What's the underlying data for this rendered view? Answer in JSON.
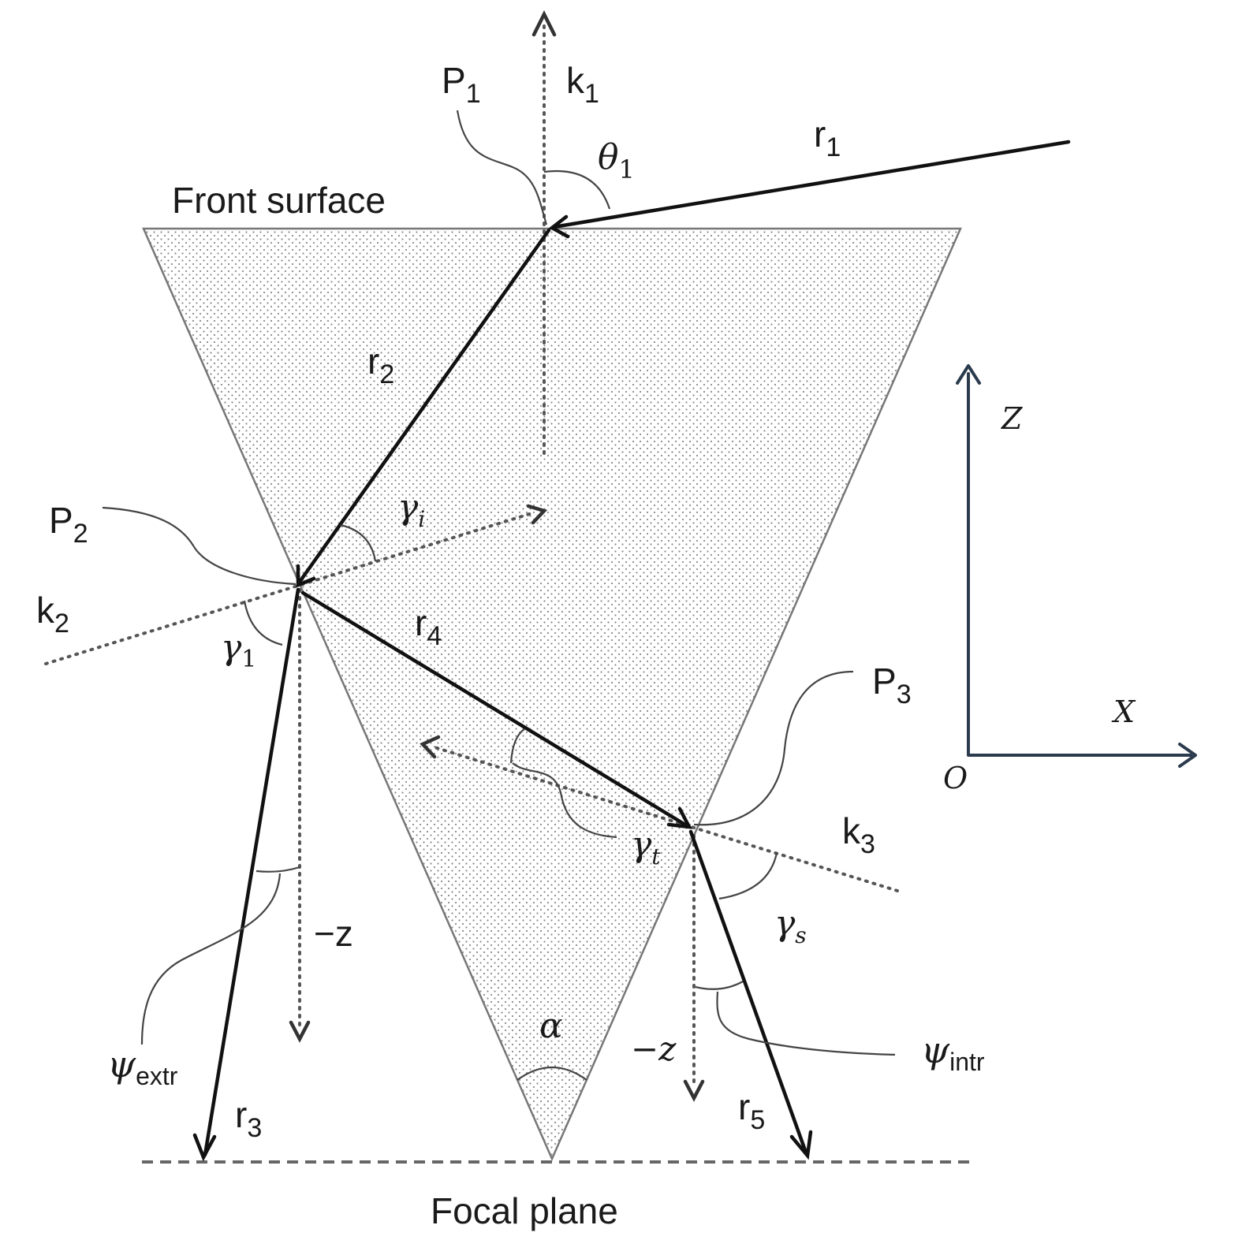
{
  "labels": {
    "front_surface": "Front surface",
    "focal_plane": "Focal plane",
    "p1": "P",
    "p1_sub": "1",
    "p2": "P",
    "p2_sub": "2",
    "p3": "P",
    "p3_sub": "3",
    "k1": "k",
    "k1_sub": "1",
    "k2": "k",
    "k2_sub": "2",
    "k3": "k",
    "k3_sub": "3",
    "r1": "r",
    "r1_sub": "1",
    "r2": "r",
    "r2_sub": "2",
    "r3": "r",
    "r3_sub": "3",
    "r4": "r",
    "r4_sub": "4",
    "r5": "r",
    "r5_sub": "5",
    "theta1": "θ",
    "theta1_sub": "1",
    "gamma_i": "γ",
    "gamma_i_sub": "i",
    "gamma_1": "γ",
    "gamma_1_sub": "1",
    "gamma_t": "γ",
    "gamma_t_sub": "t",
    "gamma_s": "γ",
    "gamma_s_sub": "s",
    "neg_z_left": "−z",
    "neg_z_right": "−z",
    "psi_extr": "ψ",
    "psi_extr_sub": "extr",
    "psi_intr": "ψ",
    "psi_intr_sub": "intr",
    "alpha": "α",
    "axis_z": "Z",
    "axis_x": "X",
    "axis_o": "O"
  }
}
